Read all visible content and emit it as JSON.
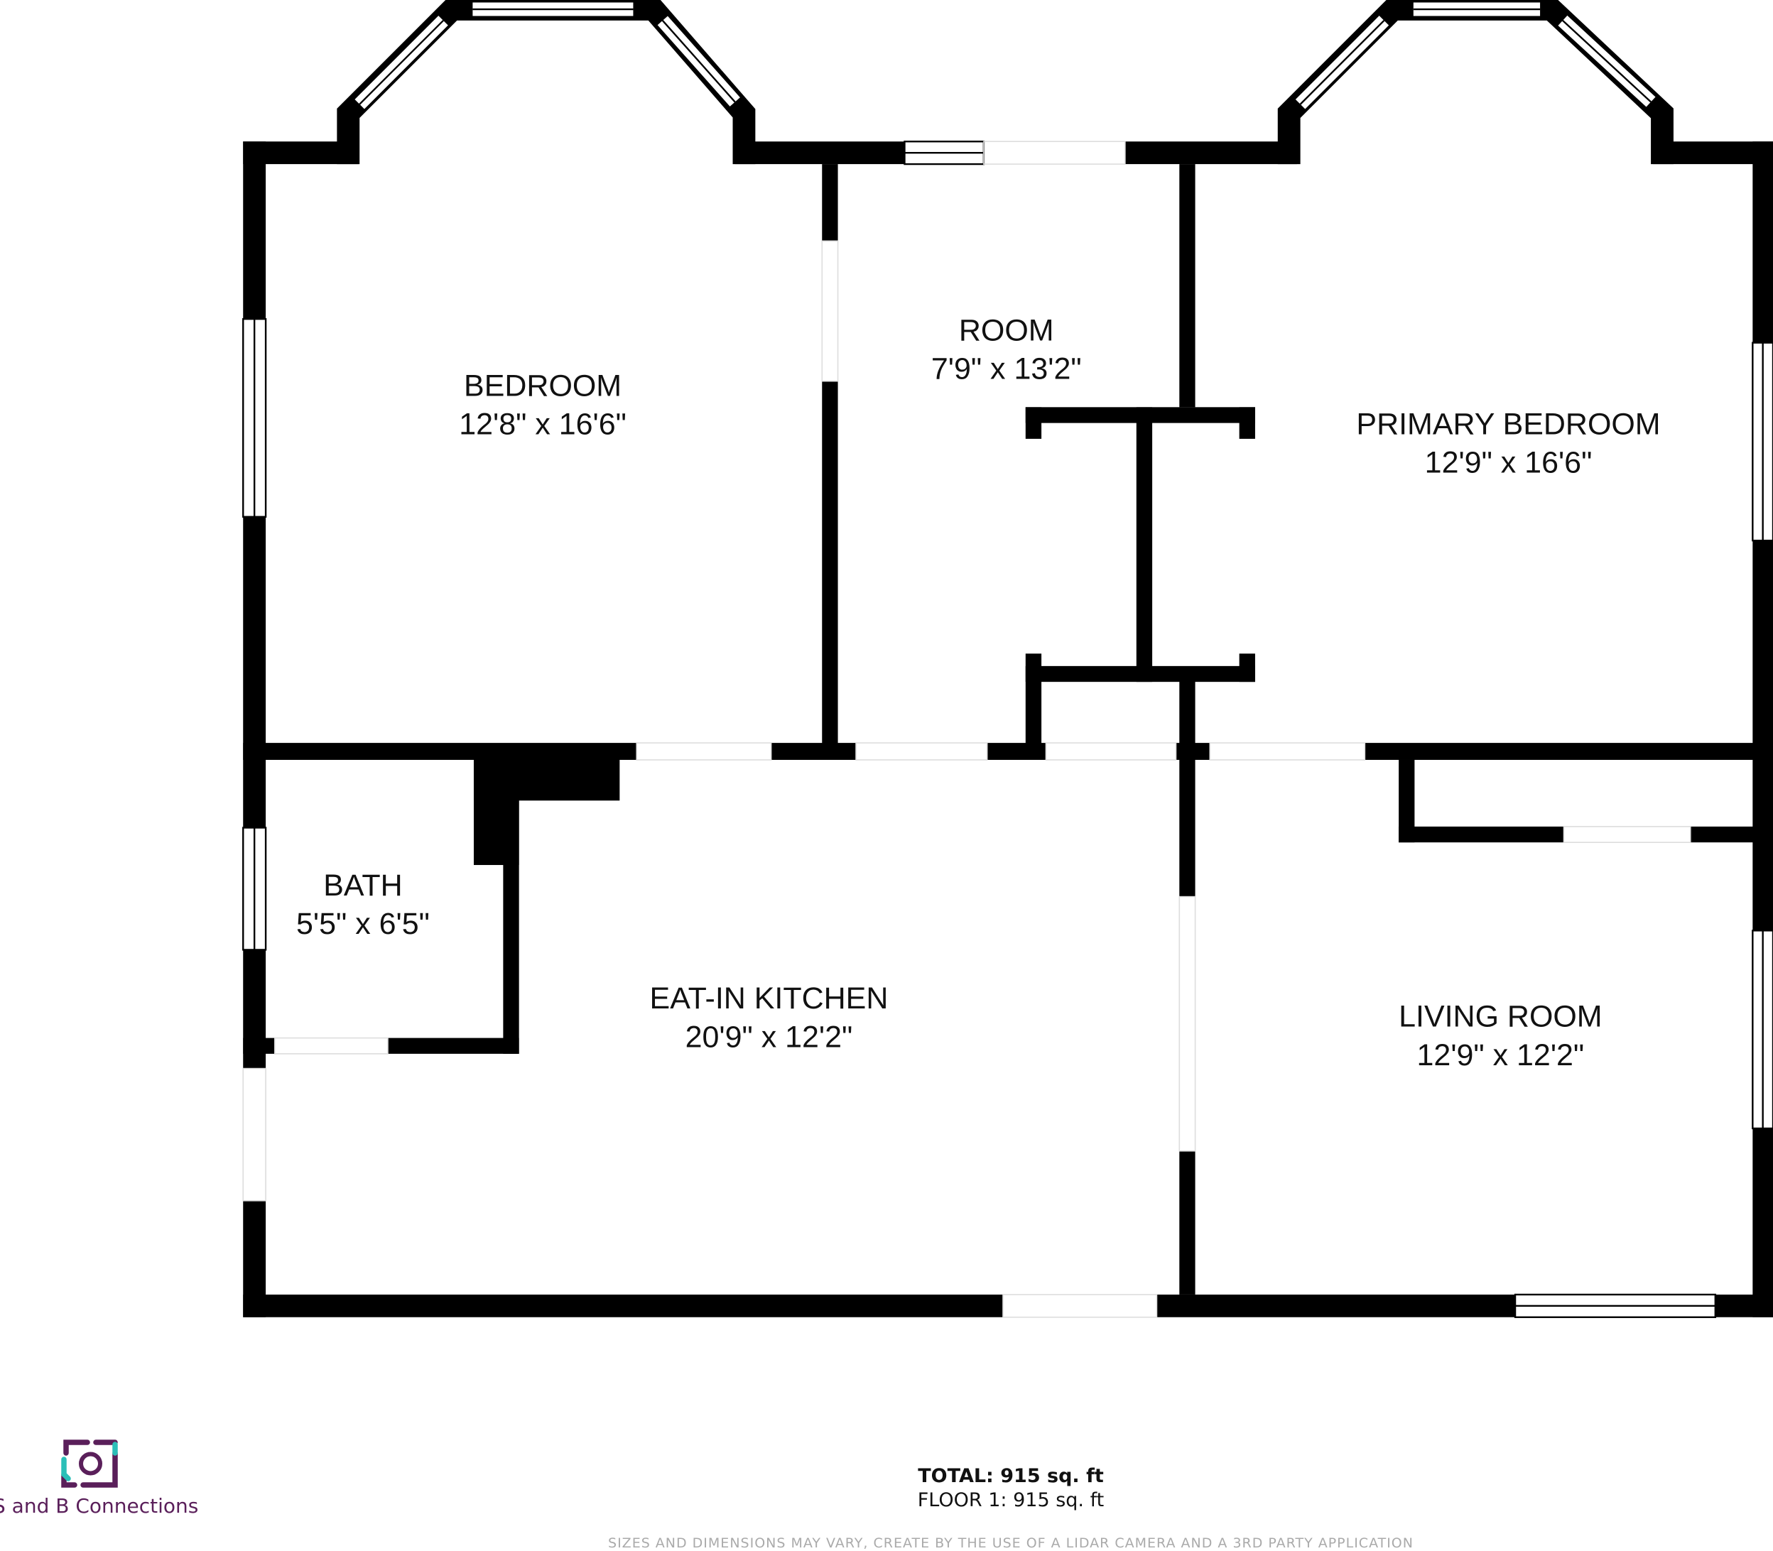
{
  "rooms": [
    {
      "name": "BEDROOM",
      "size": "12'8\" x 16'6\""
    },
    {
      "name": "ROOM",
      "size": "7'9\" x 13'2\""
    },
    {
      "name": "PRIMARY BEDROOM",
      "size": "12'9\" x 16'6\""
    },
    {
      "name": "BATH",
      "size": "5'5\" x 6'5\""
    },
    {
      "name": "EAT-IN KITCHEN",
      "size": "20'9\" x 12'2\""
    },
    {
      "name": "LIVING ROOM",
      "size": "12'9\" x 12'2\""
    }
  ],
  "footer": {
    "total": "TOTAL: 915 sq. ft",
    "floor": "FLOOR 1: 915 sq. ft",
    "disclaimer": "SIZES AND DIMENSIONS MAY VARY, CREATE BY THE USE OF A LIDAR CAMERA AND A 3RD PARTY APPLICATION"
  },
  "brand": {
    "name": "S and B Connections",
    "colors": {
      "primary": "#5a1f5a",
      "accent": "#2bbfb8"
    }
  }
}
